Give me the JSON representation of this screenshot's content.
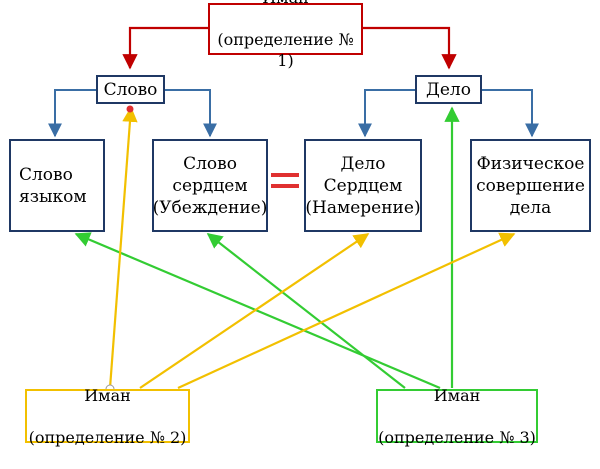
{
  "iman_def1": {
    "title": "Иман",
    "subtitle": "(определение № 1)"
  },
  "slovo": {
    "label": "Слово"
  },
  "delo": {
    "label": "Дело"
  },
  "slovo_yazykom": {
    "label": "Слово\nязыком"
  },
  "slovo_serdtsem": {
    "label": "Слово\nсердцем\n(Убеждение)"
  },
  "delo_serdtsem": {
    "label": "Дело\nСердцем\n(Намерение)"
  },
  "fizicheskoe": {
    "label": "Физическое\nсовершение\nдела"
  },
  "iman_def2": {
    "title": "Иман",
    "subtitle": "(определение № 2)"
  },
  "iman_def3": {
    "title": "Иман",
    "subtitle": "(определение № 3)"
  },
  "colors": {
    "def1": "#c00000",
    "tree": "#3a6ea5",
    "def2": "#f2c000",
    "def3": "#33cc33",
    "equals": "#e03030"
  }
}
